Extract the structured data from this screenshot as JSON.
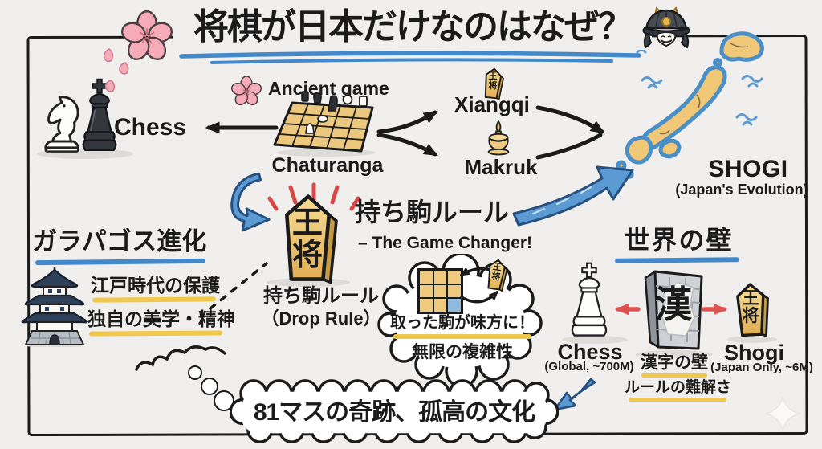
{
  "colors": {
    "paper": "#f0efed",
    "ink": "#1b1b1b",
    "accent_blue": "#4289cc",
    "arrow_blue": "#5b9ad2",
    "highlight_yellow": "#f2c84b",
    "sakura_pink": "#f5abb8",
    "wood_tan": "#eec97e",
    "alert_red": "#d94848",
    "wall_gray": "#cfd2d6"
  },
  "title": {
    "text": "将棋が日本だけなのはなぜ？"
  },
  "origin": {
    "ancient_label": "Ancient game",
    "chaturanga_label": "Chaturanga",
    "chess_label": "Chess",
    "xiangqi_label": "Xiangqi",
    "xiangqi_piece_chars": "王\n将",
    "makruk_label": "Makruk"
  },
  "japan": {
    "title": "SHOGI",
    "subtitle": "(Japan's Evolution)"
  },
  "drop_rule": {
    "heading": "持ち駒ルール",
    "subheading": "– The Game Changer!",
    "piece_chars": "王\n将",
    "caption": "持ち駒ルール",
    "caption_sub": "（Drop Rule）"
  },
  "galapagos": {
    "heading": "ガラパゴス進化",
    "point1": "江戸時代の保護",
    "point2": "独自の美学・精神"
  },
  "thought": {
    "line1": "取った駒が味方に！",
    "line2": "無限の複雑性",
    "piece_chars": "王\n将"
  },
  "wall": {
    "heading": "世界の壁",
    "kanji": "漢",
    "chess_label": "Chess",
    "chess_sub": "(Global, ~700M)",
    "point1": "漢字の壁",
    "point2": "ルールの難解さ",
    "shogi_label": "Shogi",
    "shogi_sub": "(Japan Only, ~6M)",
    "shogi_piece_chars": "王\n将"
  },
  "footer": {
    "text": "81マスの奇跡、孤高の文化"
  }
}
